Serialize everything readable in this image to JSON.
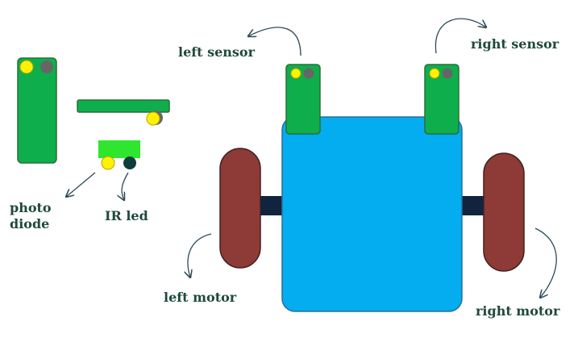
{
  "diagram": {
    "labels": {
      "photo_diode_line1": "photo",
      "photo_diode_line2": "diode",
      "ir_led": "IR led",
      "left_sensor": "left sensor",
      "right_sensor": "right sensor",
      "left_motor": "left motor",
      "right_motor": "right motor"
    },
    "colors": {
      "chassis": "#03ADEF",
      "sensor_board": "#0FAE4C",
      "motor": "#8E3A36",
      "axle": "#10243E",
      "photo_diode": "#FFF200",
      "ir_led": "#0E3D3A",
      "led_housing": "#2EE62E",
      "grey_component": "#666666",
      "arrow": "#2E4A5A",
      "text": "#1F4A3A"
    }
  }
}
